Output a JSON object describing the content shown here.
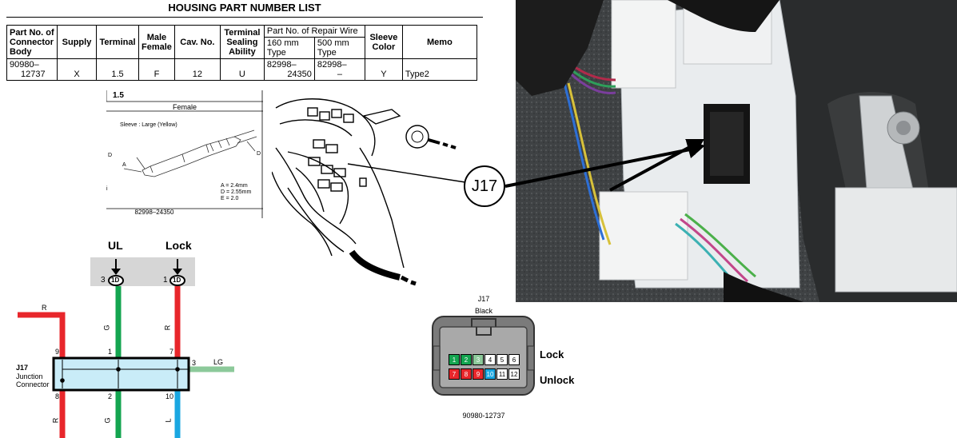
{
  "table": {
    "title": "HOUSING PART NUMBER LIST",
    "headers": {
      "part_no": "Part No. of Connector Body",
      "supply": "Supply",
      "terminal": "Terminal",
      "male_female": "Male Female",
      "cav_no": "Cav. No.",
      "sealing": "Terminal Sealing Ability",
      "repair_wire": "Part No. of Repair Wire",
      "repair_160": "160 mm Type",
      "repair_500": "500 mm Type",
      "sleeve": "Sleeve Color",
      "memo": "Memo"
    },
    "row": {
      "part_no_a": "90980–",
      "part_no_b": "12737",
      "supply": "X",
      "terminal": "1.5",
      "male_female": "F",
      "cav_no": "12",
      "sealing": "U",
      "repair_160_a": "82998–",
      "repair_160_b": "24350",
      "repair_500_a": "82998–",
      "repair_500_b": "–",
      "sleeve": "Y",
      "memo": "Type2"
    }
  },
  "terminal_detail": {
    "size": "1.5",
    "gender": "Female",
    "sleeve": "Sleeve : Large (Yellow)",
    "dim_a": "A = 2.4mm",
    "dim_d": "D = 2.55mm",
    "dim_e": "E = 2.0",
    "letter_a": "A",
    "letter_d": "D",
    "letter_d2": "D",
    "letter_i": "i",
    "part": "82998–24350"
  },
  "location": {
    "callout": "J17"
  },
  "wiring": {
    "ul_label": "UL",
    "lock_label": "Lock",
    "ul_pin": "3",
    "ul_conn": "1D",
    "lock_pin": "1",
    "lock_conn": "1D",
    "wire_r_top": "R",
    "wire_g_top": "G",
    "wire_r_mid": "R",
    "wire_lg": "LG",
    "wire_r_bottom": "R",
    "wire_g_bottom": "G",
    "wire_l_bottom": "L",
    "pin_9": "9",
    "pin_1": "1",
    "pin_7": "7",
    "pin_3": "3",
    "pin_8": "8",
    "pin_2": "2",
    "pin_10": "10",
    "conn_id": "J17",
    "conn_line1": "Junction",
    "conn_line2": "Connector",
    "colors": {
      "red": "#e8262b",
      "green": "#14a550",
      "light_green": "#8cc99a",
      "blue": "#1aa7e1",
      "box": "#c9ecf8"
    }
  },
  "connector_face": {
    "id": "J17",
    "color": "Black",
    "part": "90980-12737",
    "lock_label": "Lock",
    "unlock_label": "Unlock",
    "pins_top": [
      {
        "n": "1",
        "fill": "#14a550",
        "text": "#fff"
      },
      {
        "n": "2",
        "fill": "#14a550",
        "text": "#fff"
      },
      {
        "n": "3",
        "fill": "#8cc99a",
        "text": "#fff"
      },
      {
        "n": "4",
        "fill": "#ffffff",
        "text": "#000"
      },
      {
        "n": "5",
        "fill": "#ffffff",
        "text": "#000"
      },
      {
        "n": "6",
        "fill": "#ffffff",
        "text": "#000"
      }
    ],
    "pins_bottom": [
      {
        "n": "7",
        "fill": "#e8262b",
        "text": "#fff"
      },
      {
        "n": "8",
        "fill": "#e8262b",
        "text": "#fff"
      },
      {
        "n": "9",
        "fill": "#e8262b",
        "text": "#fff"
      },
      {
        "n": "10",
        "fill": "#1aa7e1",
        "text": "#fff"
      },
      {
        "n": "11",
        "fill": "#ffffff",
        "text": "#000"
      },
      {
        "n": "12",
        "fill": "#ffffff",
        "text": "#000"
      }
    ]
  }
}
